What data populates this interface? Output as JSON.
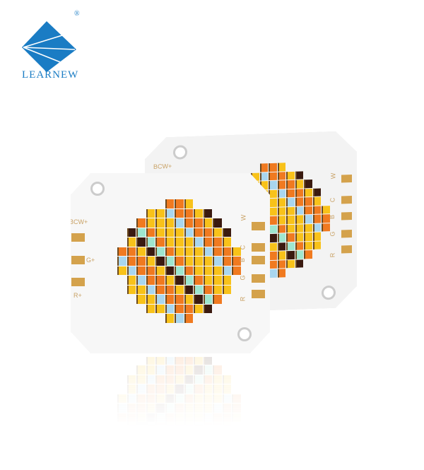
{
  "logo": {
    "text": "LEARNEW",
    "registered": "®",
    "color": "#1a7cc4"
  },
  "front_board": {
    "left_labels": [
      "BCW+",
      "G+",
      "R+"
    ],
    "right_labels": [
      "W",
      "C",
      "B",
      "G",
      "R"
    ]
  },
  "back_board": {
    "left_labels": [
      "BCW+"
    ],
    "right_labels": [
      "W",
      "C",
      "B",
      "G",
      "R"
    ]
  },
  "colors": {
    "orange": "#f07a20",
    "yellow": "#f8c21a",
    "blue": "#a9d6ee",
    "green": "#9fe6cf",
    "red": "#3a1a10",
    "pad": "#d4a24c",
    "board": "#f7f7f7"
  }
}
